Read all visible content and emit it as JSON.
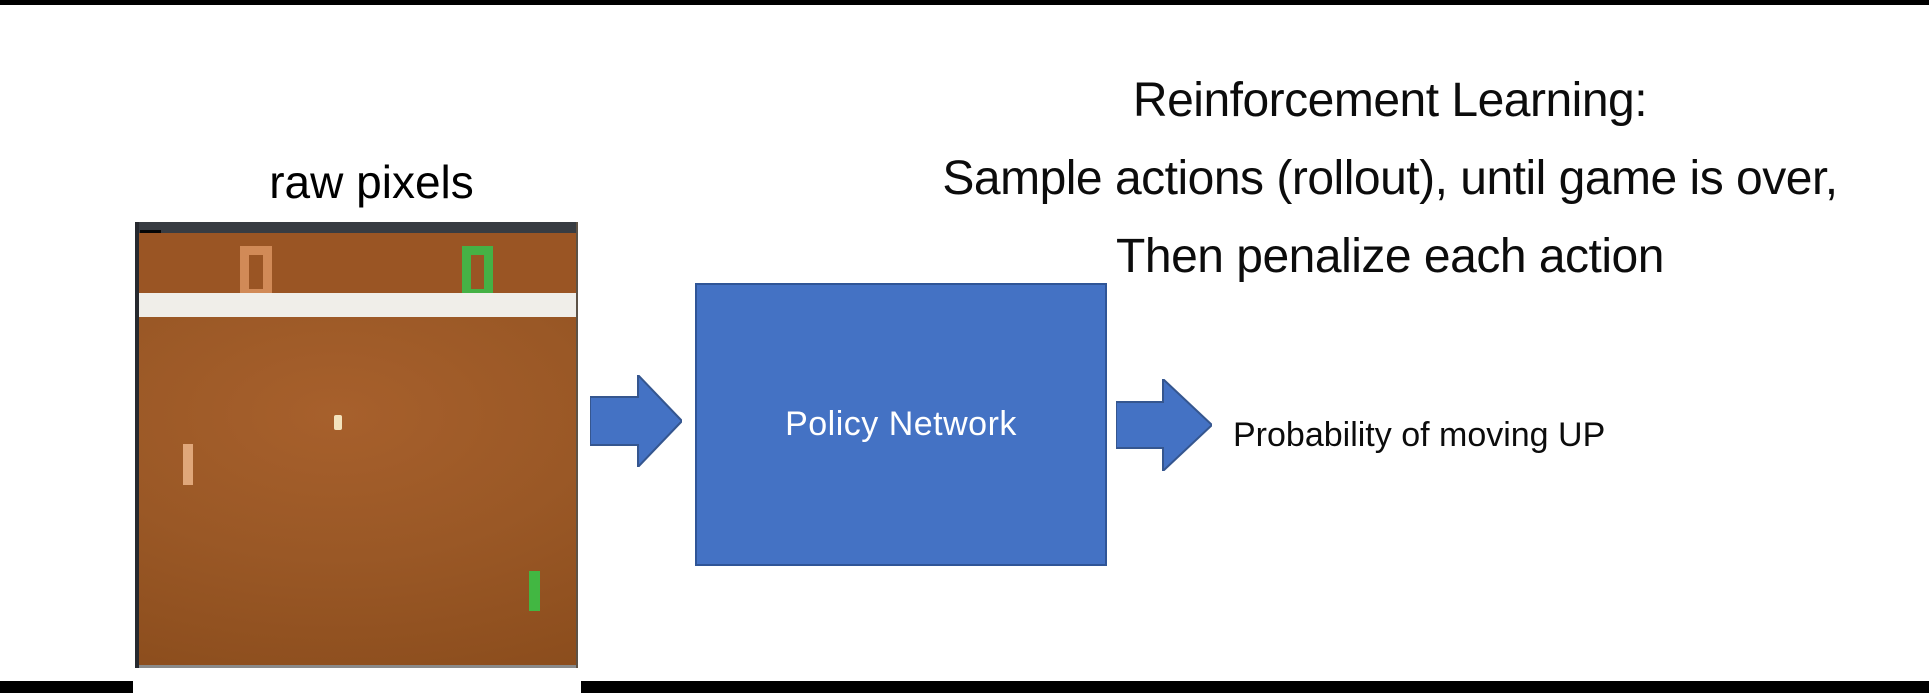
{
  "slide": {
    "background_color": "#ffffff",
    "top_bar_color": "#000000",
    "bottom_bar_color": "#000000"
  },
  "title": {
    "line1": "Reinforcement Learning:",
    "line2": "Sample actions (rollout), until game is over,",
    "line3": "Then penalize each action"
  },
  "pipeline": {
    "input_label": "raw pixels",
    "network_label": "Policy Network",
    "output_label": "Probability of moving UP",
    "network_fill_color": "#4472c4",
    "network_border_color": "#2f5597",
    "arrow_color": "#4472c4"
  },
  "game_screen": {
    "kind": "Atari Pong frame",
    "left_score": "0",
    "right_score": "0",
    "colors": {
      "field_brown": "#9a5524",
      "header_dark_gray": "#383c42",
      "divider_white": "#f0eee9",
      "left_player_orange": "#d18a57",
      "left_paddle_tan": "#e0a77a",
      "right_player_green": "#45b145",
      "ball_cream": "#f3e3bd"
    }
  }
}
